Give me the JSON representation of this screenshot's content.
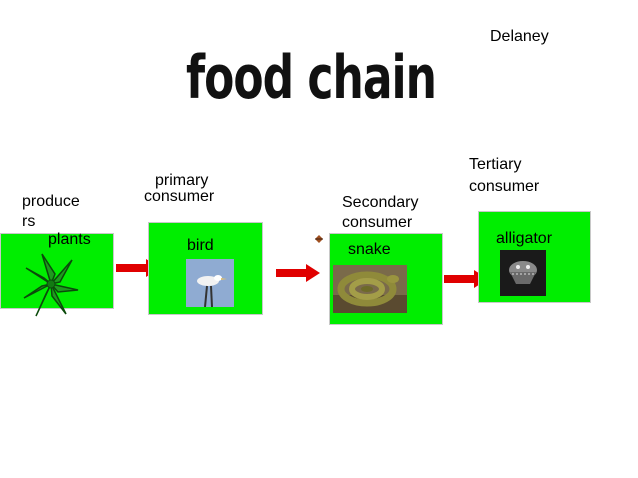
{
  "author": "Delaney",
  "title": "food chain",
  "stages": [
    {
      "role": "producers",
      "role_line1": "produce",
      "role_line2": "rs",
      "organism": "plants",
      "icon": "plant-icon"
    },
    {
      "role_line1": "primary",
      "role_line2": "consumer",
      "organism": "bird",
      "icon": "bird-photo"
    },
    {
      "role_line1": "Secondary",
      "role_line2": "consumer",
      "organism": "snake",
      "icon": "snake-photo"
    },
    {
      "role_line1": "Tertiary",
      "role_line2": "consumer",
      "organism": "alligator",
      "icon": "alligator-photo"
    }
  ],
  "colors": {
    "box": "#00ee00",
    "arrow": "#e00000"
  }
}
